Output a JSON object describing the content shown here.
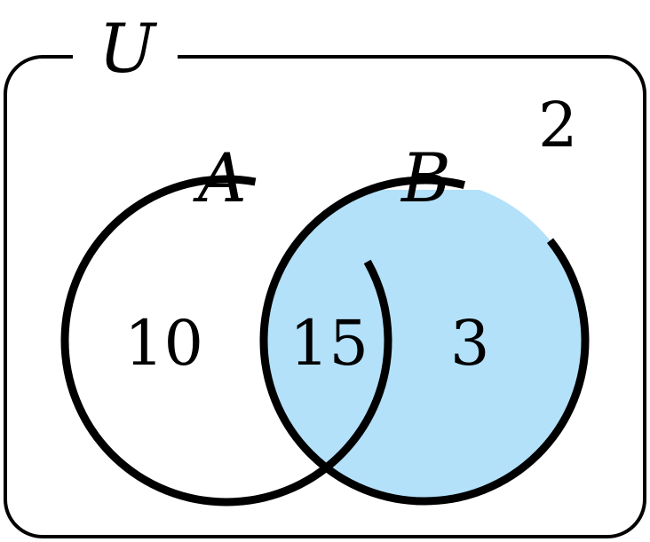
{
  "universe": {
    "label": "U",
    "outside_count": "2"
  },
  "sets": {
    "a": {
      "label": "A",
      "only_count": "10"
    },
    "b": {
      "label": "B",
      "only_count": "3",
      "fill_color": "#b3e1f9"
    }
  },
  "intersection": {
    "count": "15"
  },
  "colors": {
    "stroke": "#000000",
    "background": "#ffffff",
    "highlight": "#b3e1f9"
  }
}
